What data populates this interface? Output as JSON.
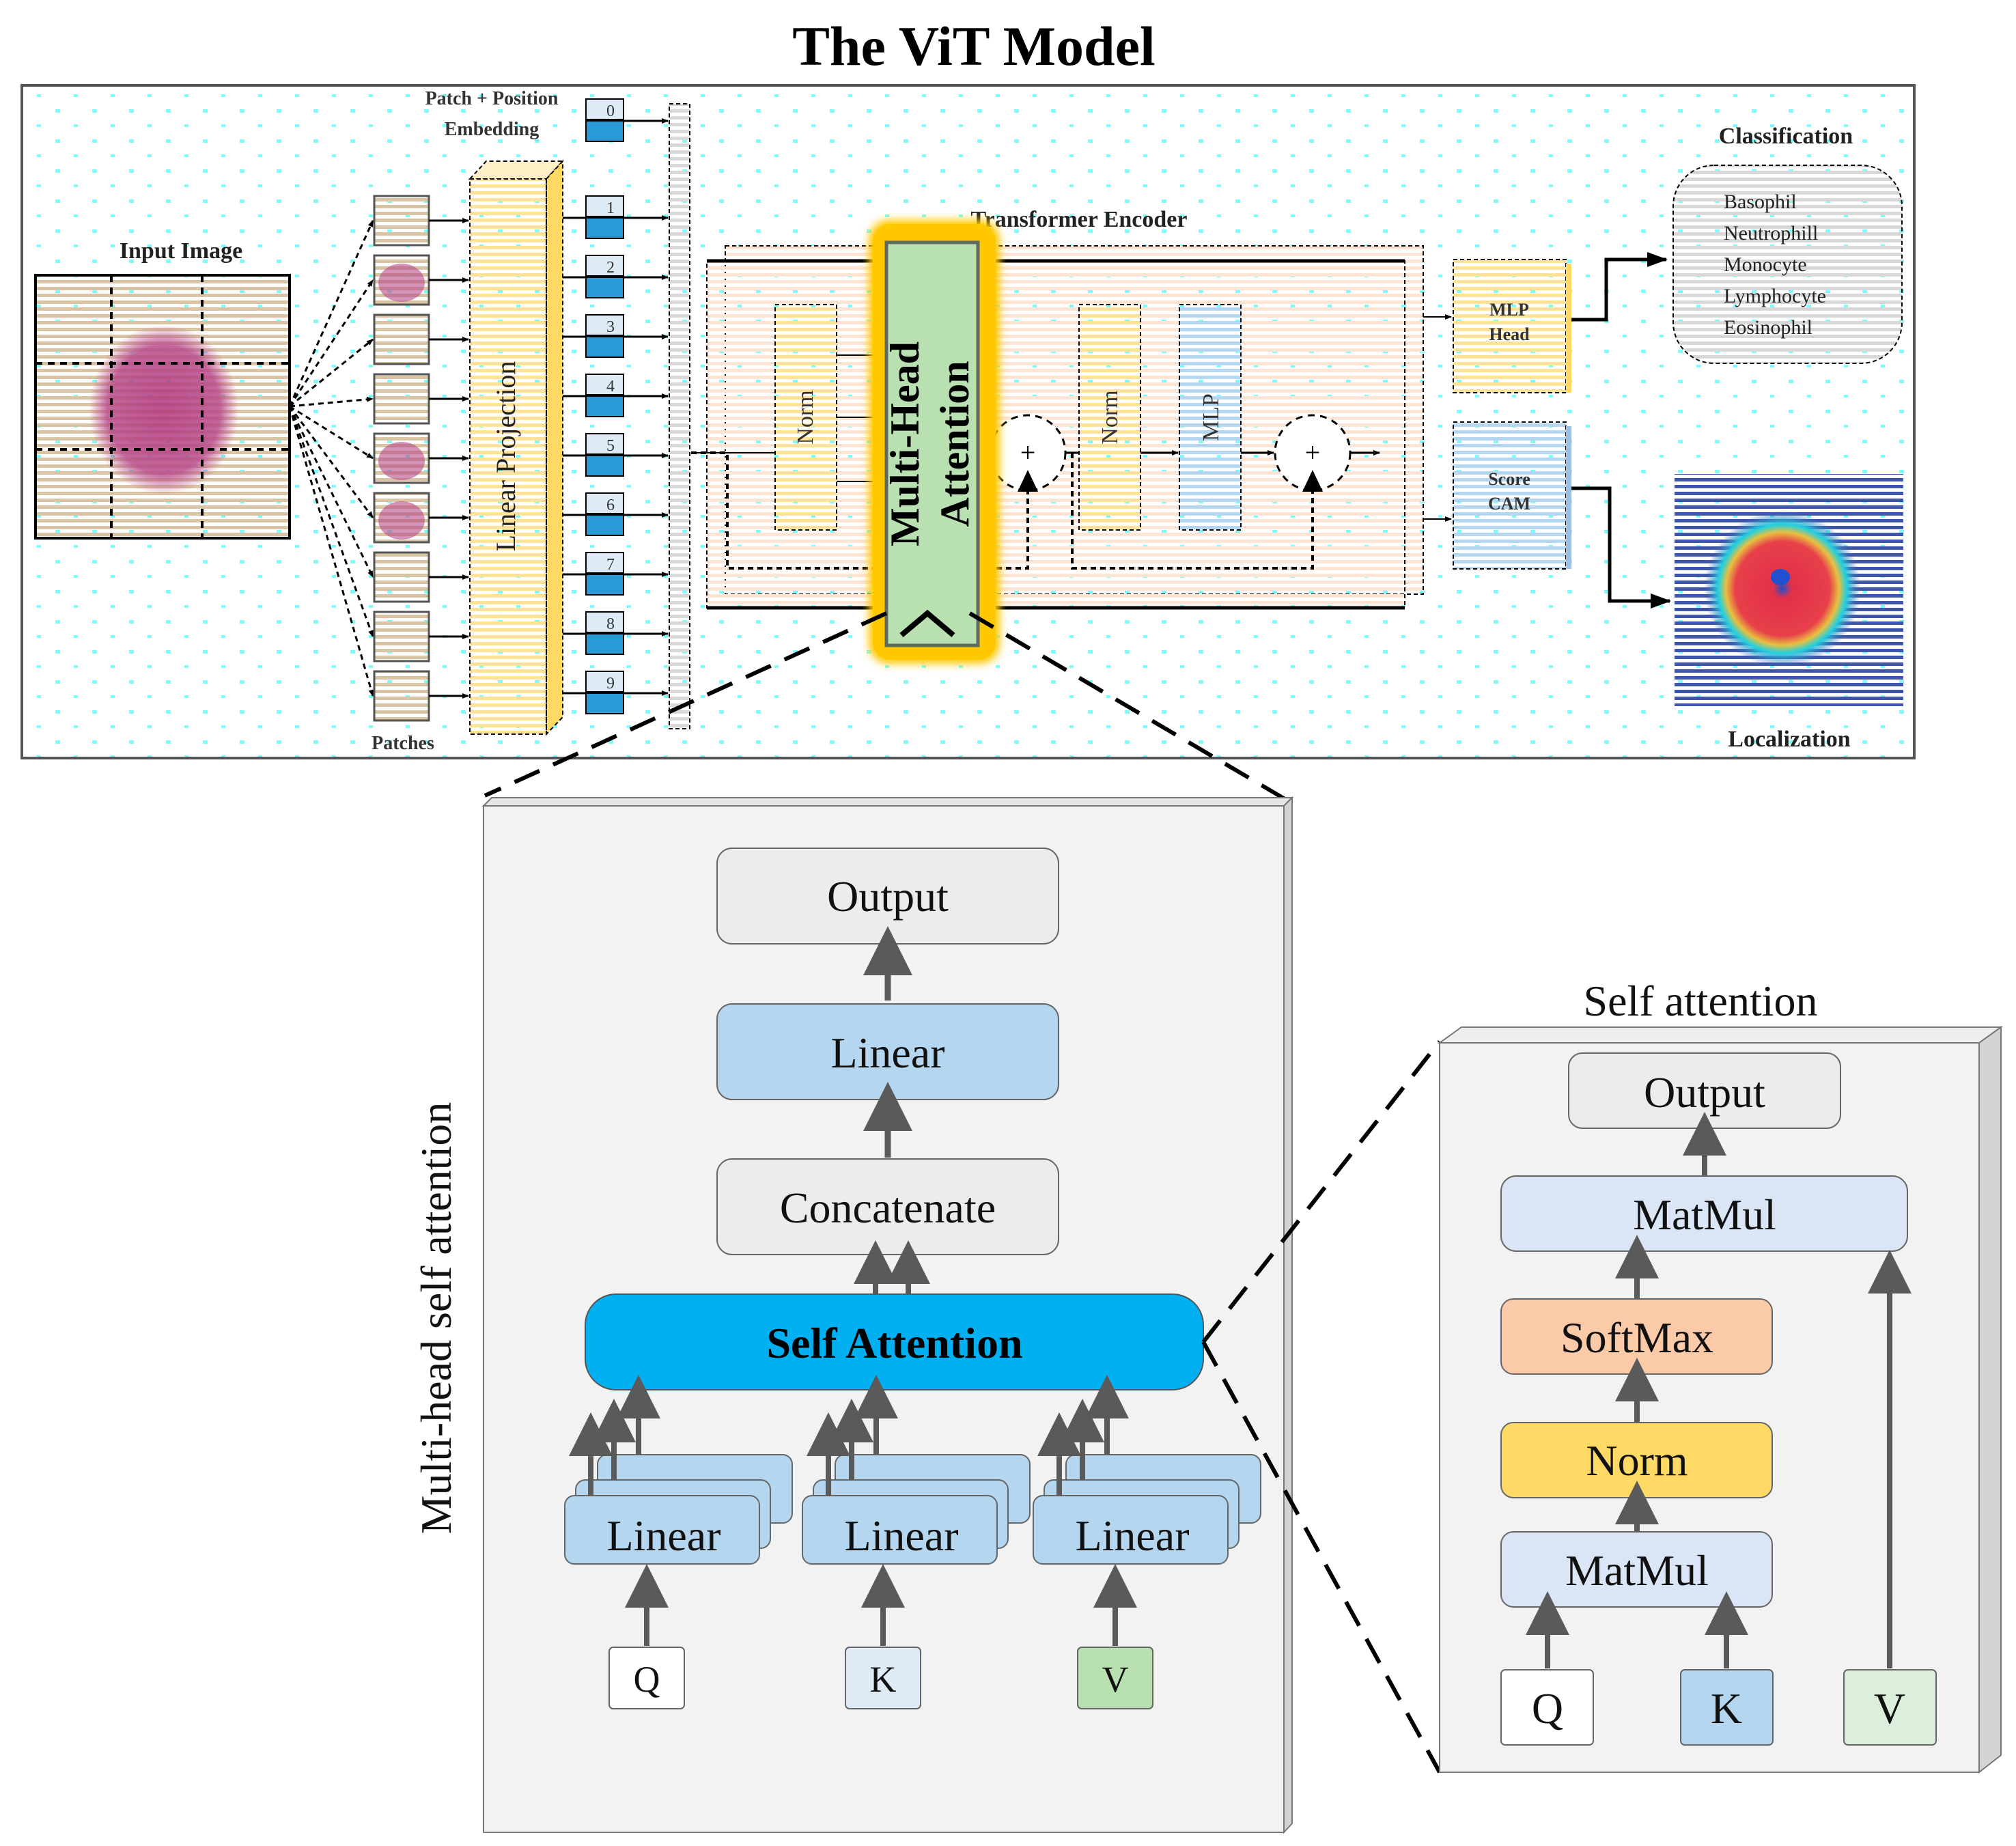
{
  "title": "The ViT Model",
  "vit": {
    "input_image_label": "Input Image",
    "patches_label": "Patches",
    "embedding_label_line1": "Patch + Position",
    "embedding_label_line2": "Embedding",
    "linear_projection_label": "Linear Projection",
    "position_indices": [
      "0",
      "1",
      "2",
      "3",
      "4",
      "5",
      "6",
      "7",
      "8",
      "9"
    ],
    "transformer_encoder_label": "Transformer Encoder",
    "norm1_label": "Norm",
    "mha_label_line1": "Multi-Head",
    "mha_label_line2": "Attention",
    "norm2_label": "Norm",
    "mlp_label": "MLP",
    "plus_symbol": "+",
    "mlp_head_line1": "MLP",
    "mlp_head_line2": "Head",
    "scorecam_line1": "Score",
    "scorecam_line2": "CAM",
    "classification_label": "Classification",
    "classes": [
      "Basophil",
      "Neutrophill",
      "Monocyte",
      "Lymphocyte",
      "Eosinophil"
    ],
    "localization_label": "Localization"
  },
  "mhsa": {
    "side_label": "Multi-head self attention",
    "output_label": "Output",
    "linear_top_label": "Linear",
    "concat_label": "Concatenate",
    "self_attention_label": "Self Attention",
    "linear_q_label": "Linear",
    "linear_k_label": "Linear",
    "linear_v_label": "Linear",
    "q_label": "Q",
    "k_label": "K",
    "v_label": "V"
  },
  "sa": {
    "title": "Self attention",
    "output_label": "Output",
    "matmul_top_label": "MatMul",
    "softmax_label": "SoftMax",
    "norm_label": "Norm",
    "matmul_bottom_label": "MatMul",
    "q_label": "Q",
    "k_label": "K",
    "v_label": "V"
  },
  "colors": {
    "panel_fill": "#f2f2f2",
    "box_gray": "#ececec",
    "linear_blue": "#b4d6ef",
    "self_attention_blue": "#00b0f0",
    "matmul_blue": "#dae6f5",
    "softmax_orange": "#fbcaa8",
    "norm_yellow": "#ffd966",
    "mha_green": "#b8e0b0",
    "mha_glow": "#ffc800",
    "k_blue_light": "#deebf7",
    "v_green": "#b8e0b0",
    "v_green_light": "#dcefdc",
    "k_blue": "#b4d6ef",
    "arrow_gray": "#5a5a5a",
    "encoder_fill": "#fde5d6"
  }
}
